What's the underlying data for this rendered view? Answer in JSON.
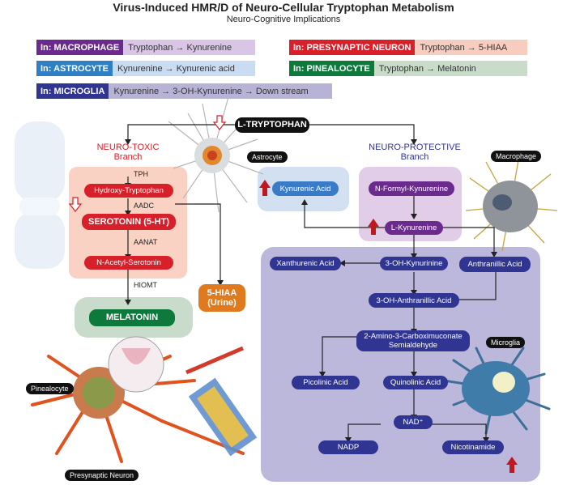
{
  "header": {
    "title": "Virus-Induced HMR/D of Neuro-Cellular Tryptophan Metabolism",
    "subtitle": "Neuro-Cognitive Implications"
  },
  "legend": [
    {
      "key": "In: MACROPHAGE",
      "value": "Tryptophan → Kynurenine",
      "key_color": "#6a2b8d",
      "value_color": "#d9c6e6"
    },
    {
      "key": "In: ASTROCYTE",
      "value": "Kynurenine → Kynurenic acid",
      "key_color": "#2f7fc4",
      "value_color": "#c9dcf1"
    },
    {
      "key": "In: MICROGLIA",
      "value": "Kynurenine → 3-OH-Kynurenine → Down stream",
      "key_color": "#2f3591",
      "value_color": "#b7b3d6"
    },
    {
      "key": "In: PRESYNAPTIC NEURON",
      "value": "Tryptophan → 5-HIAA",
      "key_color": "#d8202a",
      "value_color": "#f7cdbf"
    },
    {
      "key": "In: PINEALOCYTE",
      "value": "Tryptophan → Melatonin",
      "key_color": "#0d7a3c",
      "value_color": "#c8dcc9"
    }
  ],
  "root": {
    "label": "L-TRYPTOPHAN"
  },
  "branches": {
    "toxic": "NEURO-TOXIC\nBranch",
    "protective": "NEURO-PROTECTIVE\nBranch"
  },
  "toxic": {
    "hydroxy": "Hydroxy-Tryptophan",
    "serotonin": "SEROTONIN (5-HT)",
    "nacetyl": "N-Acetyl-Serotonin",
    "melatonin": "MELATONIN",
    "hiaa": "5-HIAA\n(Urine)"
  },
  "enzymes": {
    "tph": "TPH",
    "aadc": "AADC",
    "aanat": "AANAT",
    "hiomt": "HIOMT"
  },
  "protective": {
    "kynurenic": "Kynurenic Acid",
    "nformyl": "N-Formyl-Kynurenine",
    "lkyn": "L-Kynurenine",
    "xanth": "Xanthurenic Acid",
    "ohkyn": "3-OH-Kynurinine",
    "anthranillic": "Anthranillic Acid",
    "ohanth": "3-OH-Anthranillic Acid",
    "acms": "2-Amino-3-Carboximuconate\nSemialdehyde",
    "picolinic": "Picolinic Acid",
    "quinolinic": "Quinolinic Acid",
    "nad": "NAD⁺",
    "nadp": "NADP",
    "nicotinamide": "Nicotinamide"
  },
  "cells": {
    "astrocyte": "Astrocyte",
    "macrophage": "Macrophage",
    "microglia": "Microglia",
    "pinealocyte": "Pinealocyte",
    "neuron": "Presynaptic Neuron"
  }
}
